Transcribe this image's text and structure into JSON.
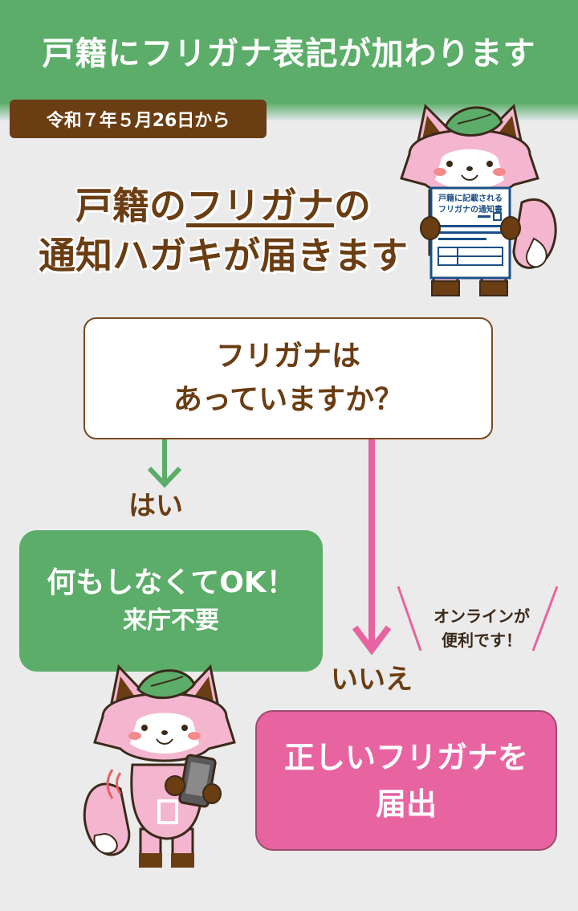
{
  "header": {
    "title": "戸籍にフリガナ表記が加わります",
    "date_badge": "令和７年５月26日から"
  },
  "headline": {
    "part1": "戸籍の",
    "highlight": "フリガナ",
    "part2": "の",
    "line2": "通知ハガキが届きます"
  },
  "notice_card": {
    "line1": "戸籍に記載される",
    "line2": "フリガナの通知書"
  },
  "question": {
    "line1": "フリガナは",
    "line2": "あっていますか？"
  },
  "yes": {
    "label": "はい",
    "main": "何もしなくてOK！",
    "sub": "来庁不要"
  },
  "no": {
    "label": "いいえ",
    "line1": "正しいフリガナを",
    "line2": "届出"
  },
  "online_note": {
    "line1": "オンラインが",
    "line2": "便利です！"
  },
  "colors": {
    "header_green": "#5cad69",
    "brown": "#6b3d12",
    "pink": "#e864a0",
    "background": "#ebebeb"
  }
}
